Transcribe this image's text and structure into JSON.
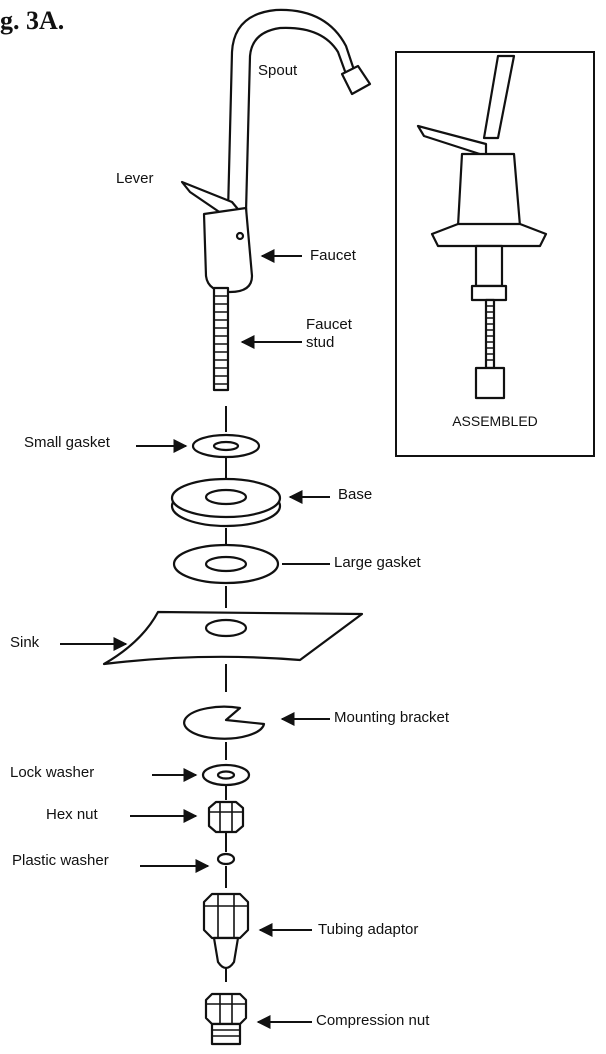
{
  "figure": {
    "title": "g. 3A."
  },
  "inset": {
    "label": "ASSEMBLED"
  },
  "labels": {
    "spout": "Spout",
    "lever": "Lever",
    "faucet": "Faucet",
    "faucet_stud": "Faucet\nstud",
    "small_gasket": "Small gasket",
    "base": "Base",
    "large_gasket": "Large gasket",
    "sink": "Sink",
    "mounting_bracket": "Mounting bracket",
    "lock_washer": "Lock washer",
    "hex_nut": "Hex nut",
    "plastic_washer": "Plastic washer",
    "tubing_adaptor": "Tubing adaptor",
    "compression_nut": "Compression nut"
  }
}
